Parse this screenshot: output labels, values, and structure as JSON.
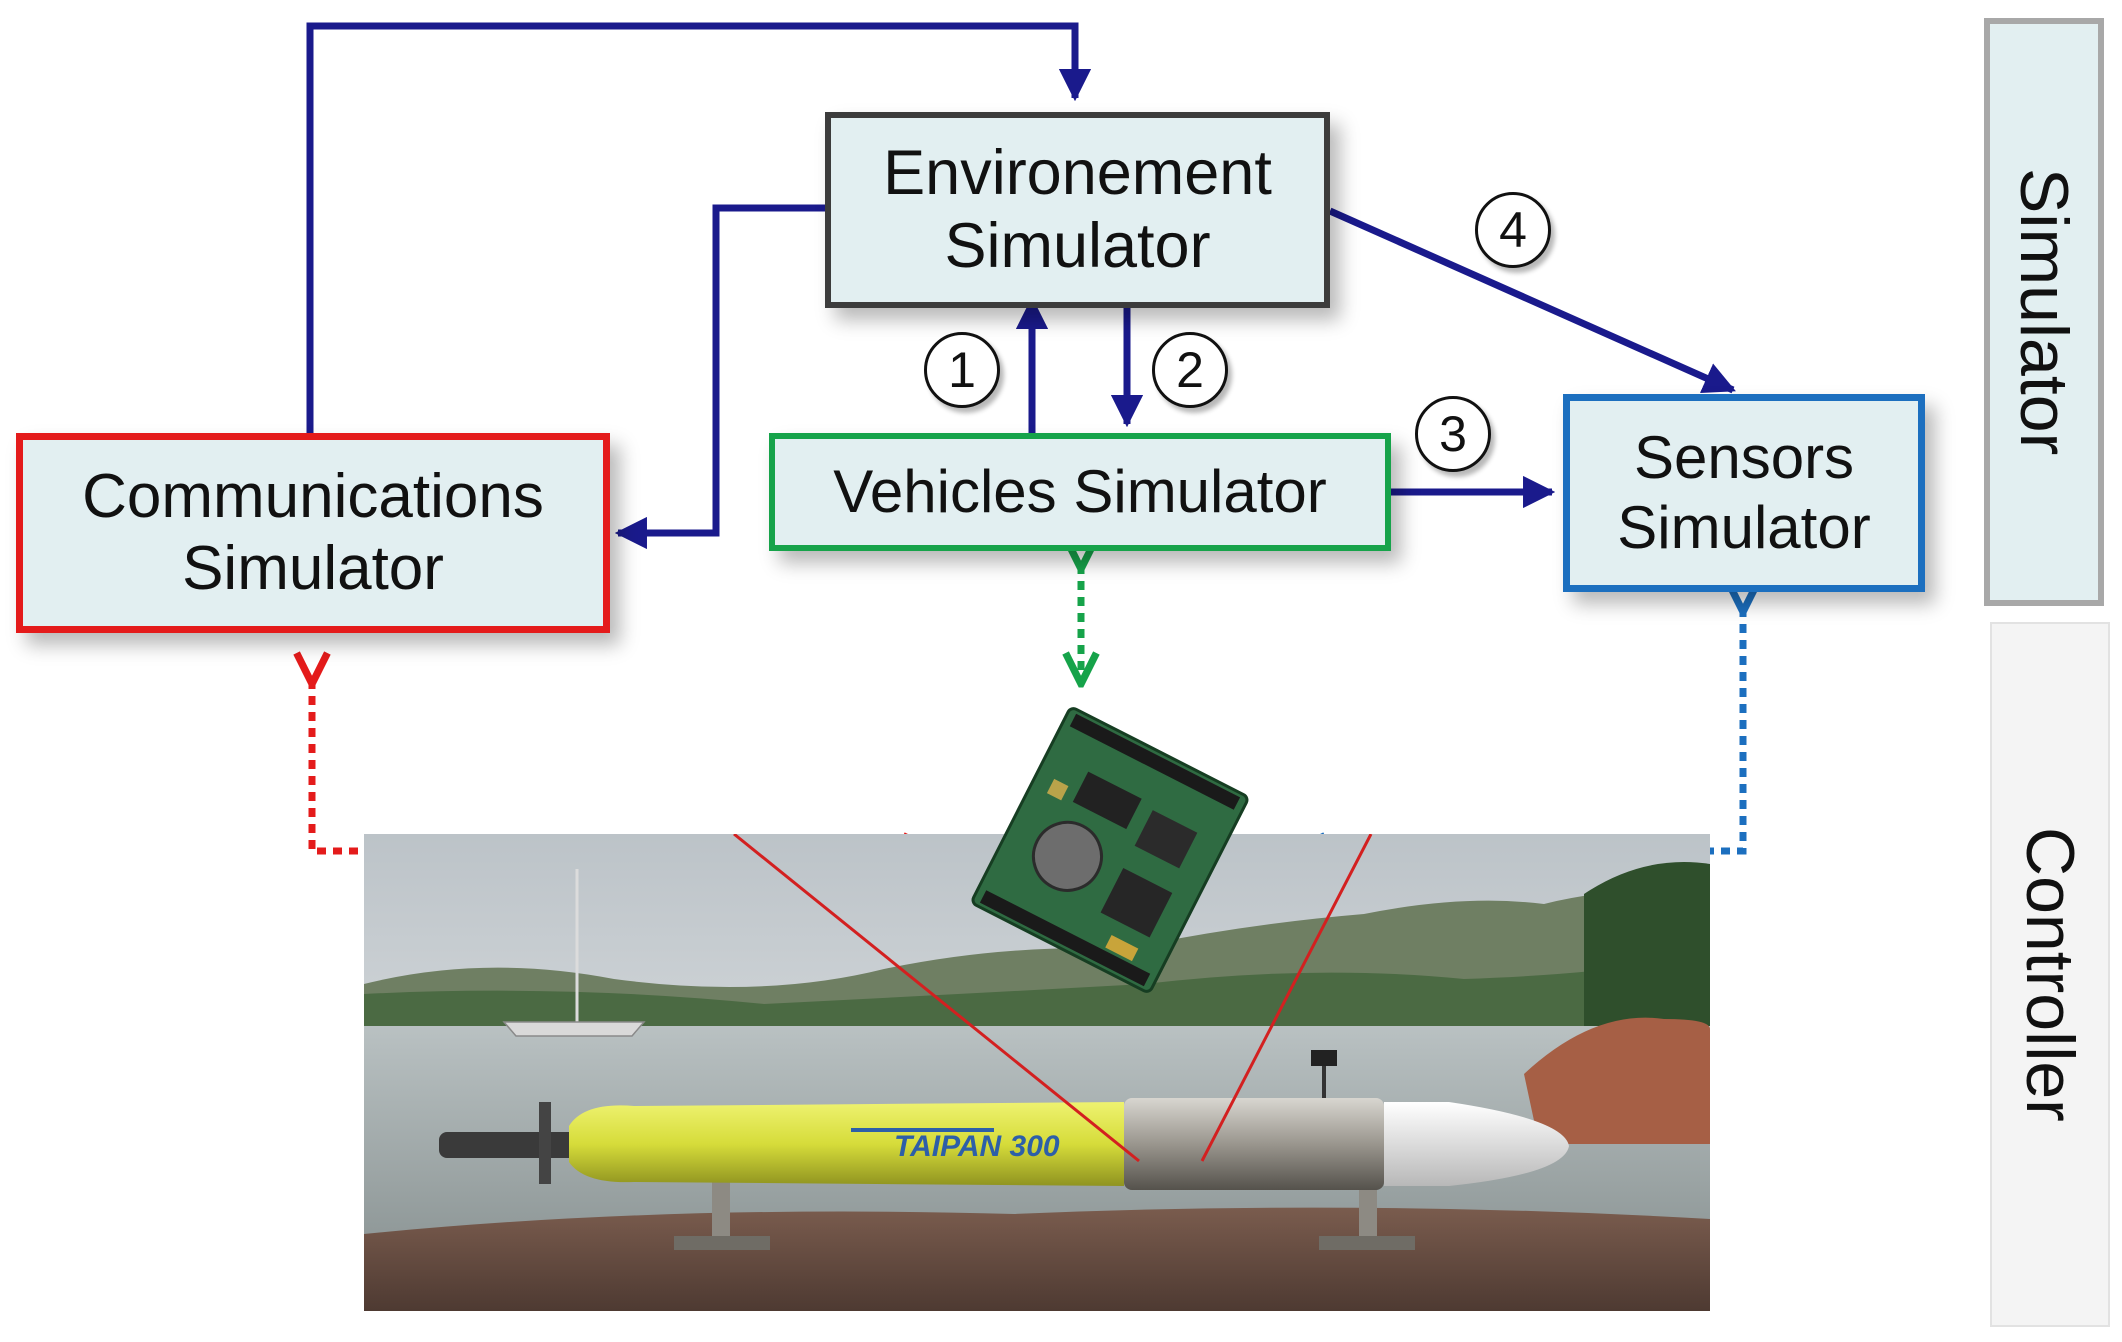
{
  "blocks": {
    "environment": {
      "line1": "Environement",
      "line2": "Simulator"
    },
    "communications": {
      "line1": "Communications",
      "line2": "Simulator"
    },
    "vehicles": {
      "label": "Vehicles Simulator"
    },
    "sensors": {
      "line1": "Sensors",
      "line2": "Simulator"
    }
  },
  "steps": [
    "1",
    "2",
    "3",
    "4"
  ],
  "panels": {
    "simulator": "Simulator",
    "controller": "Controller"
  },
  "photo": {
    "vehicle_text": "TAIPAN 300"
  },
  "colors": {
    "box_fill": "#e2eff1",
    "flow_arrow": "#1a1a8c",
    "communications": "#e41b1b",
    "vehicles": "#16a34a",
    "sensors": "#1c6fbf",
    "environment_border": "#3c3c3c"
  }
}
